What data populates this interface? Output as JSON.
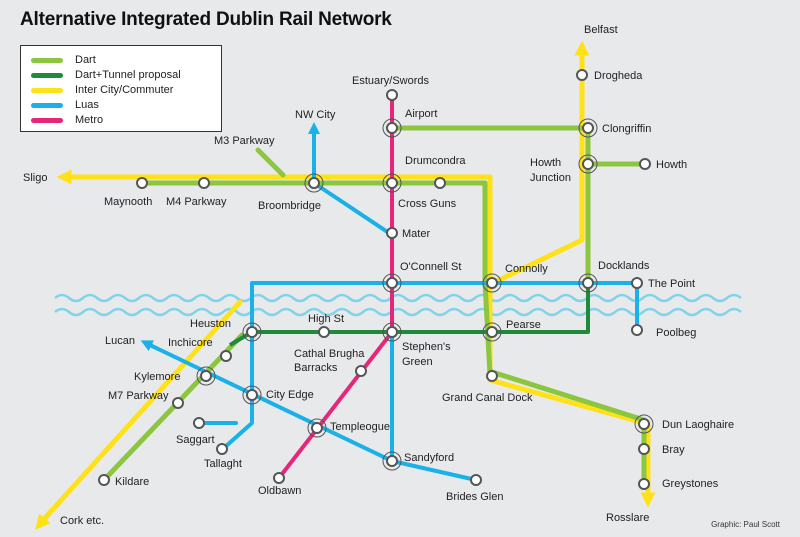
{
  "title": "Alternative Integrated Dublin Rail Network",
  "credit": "Graphic: Paul Scott",
  "colors": {
    "dart": "#8cc63f",
    "tunnel": "#1f8a3b",
    "intercity": "#ffe11a",
    "luas": "#1ab0e8",
    "metro": "#e6267a",
    "river": "#7fd3ea",
    "background": "#e8e9eb"
  },
  "legend": [
    {
      "key": "dart",
      "label": "Dart"
    },
    {
      "key": "tunnel",
      "label": "Dart+Tunnel proposal"
    },
    {
      "key": "intercity",
      "label": "Inter City/Commuter"
    },
    {
      "key": "luas",
      "label": "Luas"
    },
    {
      "key": "metro",
      "label": "Metro"
    }
  ],
  "stations": {
    "estuary": "Estuary/Swords",
    "airport": "Airport",
    "nw_city": "NW City",
    "m3_parkway": "M3 Parkway",
    "drumcondra": "Drumcondra",
    "sligo": "Sligo",
    "maynooth": "Maynooth",
    "m4_parkway": "M4 Parkway",
    "broombridge": "Broombridge",
    "cross_guns": "Cross Guns",
    "mater": "Mater",
    "oconnell": "O'Connell St",
    "belfast": "Belfast",
    "drogheda": "Drogheda",
    "clongriffin": "Clongriffin",
    "howth_junction": "Howth Junction",
    "howth": "Howth",
    "connolly": "Connolly",
    "docklands": "Docklands",
    "the_point": "The Point",
    "poolbeg": "Poolbeg",
    "heuston": "Heuston",
    "high_st": "High St",
    "pearse": "Pearse",
    "lucan": "Lucan",
    "inchicore": "Inchicore",
    "cathal_brugha": "Cathal Brugha Barracks",
    "stephens_green": "Stephen's Green",
    "kylemore": "Kylemore",
    "m7_parkway": "M7 Parkway",
    "city_edge": "City Edge",
    "grand_canal": "Grand Canal Dock",
    "saggart": "Saggart",
    "templeogue": "Templeogue",
    "tallaght": "Tallaght",
    "sandyford": "Sandyford",
    "dun_laoghaire": "Dun Laoghaire",
    "bray": "Bray",
    "greystones": "Greystones",
    "kildare": "Kildare",
    "oldbawn": "Oldbawn",
    "brides_glen": "Brides Glen",
    "cork": "Cork etc.",
    "rosslare": "Rosslare"
  }
}
